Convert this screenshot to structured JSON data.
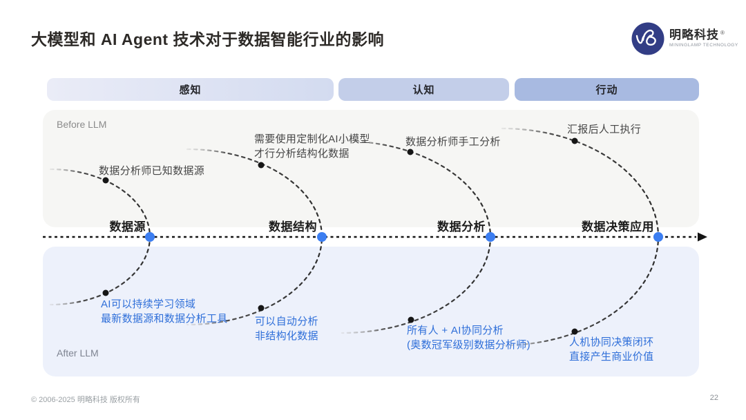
{
  "slide": {
    "title": "大模型和 AI Agent 技术对于数据智能行业的影响",
    "footer": "© 2006-2025 明略科技 版权所有",
    "page_number": "22"
  },
  "logo": {
    "name": "明略科技",
    "reg_mark": "®",
    "subtitle": "MININGLAMP TECHNOLOGY"
  },
  "phases": [
    {
      "label": "感知"
    },
    {
      "label": "认知"
    },
    {
      "label": "行动"
    }
  ],
  "sections": {
    "before_label": "Before LLM",
    "after_label": "After LLM"
  },
  "stages": [
    {
      "label": "数据源",
      "before_lines": [
        "数据分析师已知数据源"
      ],
      "after_lines": [
        "AI可以持续学习领域",
        "最新数据源和数据分析工具"
      ]
    },
    {
      "label": "数据结构",
      "before_lines": [
        "需要使用定制化AI小模型",
        "才行分析结构化数据"
      ],
      "after_lines": [
        "可以自动分析",
        "非结构化数据"
      ]
    },
    {
      "label": "数据分析",
      "before_lines": [
        "数据分析师手工分析"
      ],
      "after_lines": [
        "所有人 + AI协同分析",
        "(奥数冠军级别数据分析师)"
      ]
    },
    {
      "label": "数据决策应用",
      "before_lines": [
        "汇报后人工执行"
      ],
      "after_lines": [
        "人机协同决策闭环",
        "直接产生商业价值"
      ]
    }
  ],
  "colors": {
    "title_text": "#2d2a27",
    "pill_perception": "#dde3f3",
    "pill_cognition": "#c3cee9",
    "pill_action": "#a8bae1",
    "before_panel_bg": "#f6f6f4",
    "after_panel_bg": "#edf1fb",
    "timeline_dot_blue": "#3c7ef1",
    "note_blue": "#2f6fd9",
    "note_dark": "#474747",
    "logo_navy": "#323d85"
  }
}
